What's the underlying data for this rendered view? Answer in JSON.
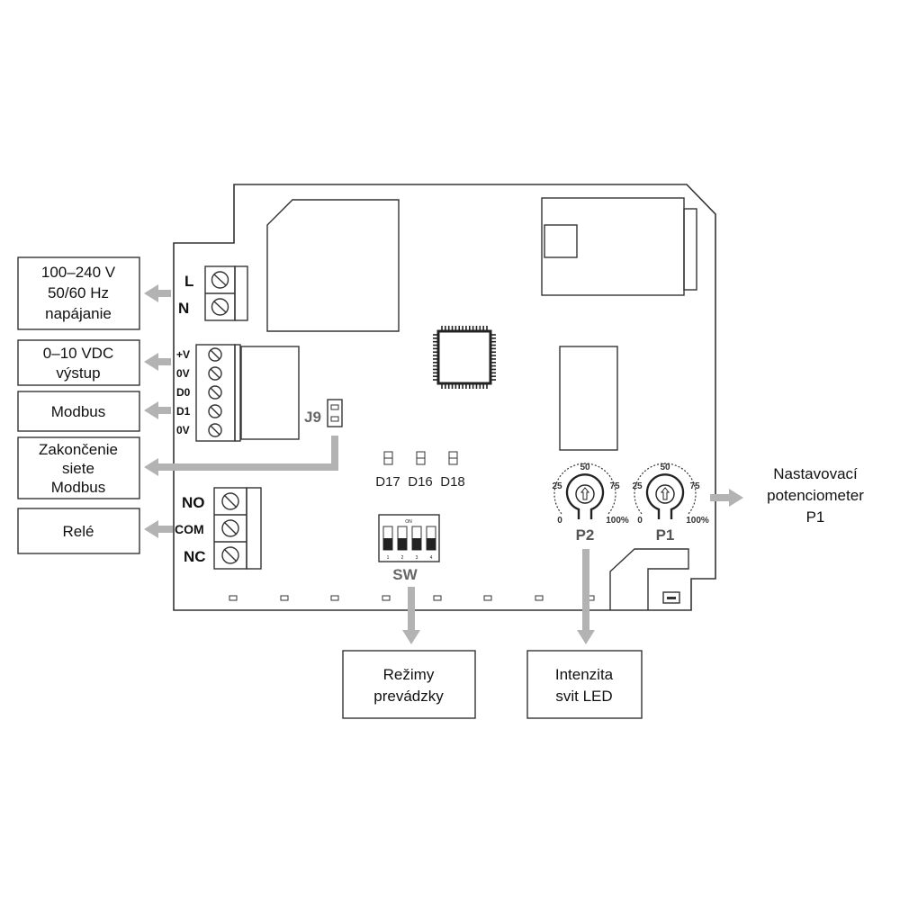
{
  "callouts": {
    "power": {
      "line1": "100–240 V",
      "line2": "50/60 Hz",
      "line3": "napájanie"
    },
    "output": {
      "line1": "0–10 VDC",
      "line2": "výstup"
    },
    "modbus": {
      "line1": "Modbus"
    },
    "termination": {
      "line1": "Zakončenie",
      "line2": "siete",
      "line3": "Modbus"
    },
    "relay": {
      "line1": "Relé"
    },
    "modes": {
      "line1": "Režimy",
      "line2": "prevádzky"
    },
    "led": {
      "line1": "Intenzita",
      "line2": "svit LED"
    },
    "pot": {
      "line1": "Nastavovací",
      "line2": "potenciometer",
      "line3": "P1"
    }
  },
  "terminals": {
    "power": [
      "L",
      "N"
    ],
    "signal": [
      "+V",
      "0V",
      "D0",
      "D1",
      "0V"
    ],
    "relay": [
      "NO",
      "COM",
      "NC"
    ]
  },
  "jumper": "J9",
  "leds": [
    "D17",
    "D16",
    "D18"
  ],
  "dip": {
    "label": "SW",
    "on": "ON",
    "numbers": [
      "1",
      "2",
      "3",
      "4"
    ]
  },
  "pots": [
    {
      "name": "P2",
      "t0": "0",
      "t25": "25",
      "t50": "50",
      "t75": "75",
      "t100": "100%"
    },
    {
      "name": "P1",
      "t0": "0",
      "t25": "25",
      "t50": "50",
      "t75": "75",
      "t100": "100%"
    }
  ]
}
